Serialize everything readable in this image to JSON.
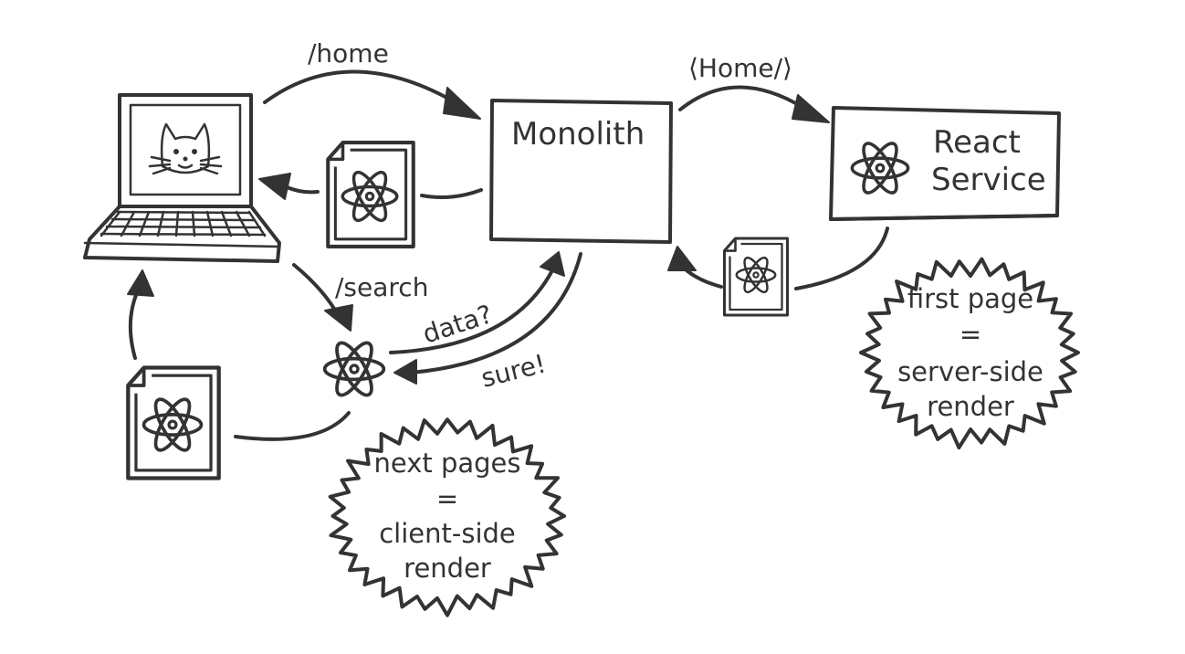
{
  "colors": {
    "ink": "#333333",
    "paper": "#ffffff"
  },
  "nodes": {
    "monolith": {
      "label": "Monolith"
    },
    "react_service": {
      "line1": "React",
      "line2": "Service"
    },
    "browser": {
      "icon": "laptop-with-cat-icon"
    }
  },
  "edges": {
    "home_request": "/home",
    "home_component": "⟨Home/⟩",
    "search_request": "/search",
    "data_request": "data?",
    "data_response": "sure!"
  },
  "callouts": {
    "server_side": {
      "line1": "first page",
      "line2": "=",
      "line3": "server-side",
      "line4": "render"
    },
    "client_side": {
      "line1": "next pages",
      "line2": "=",
      "line3": "client-side",
      "line4": "render"
    }
  }
}
